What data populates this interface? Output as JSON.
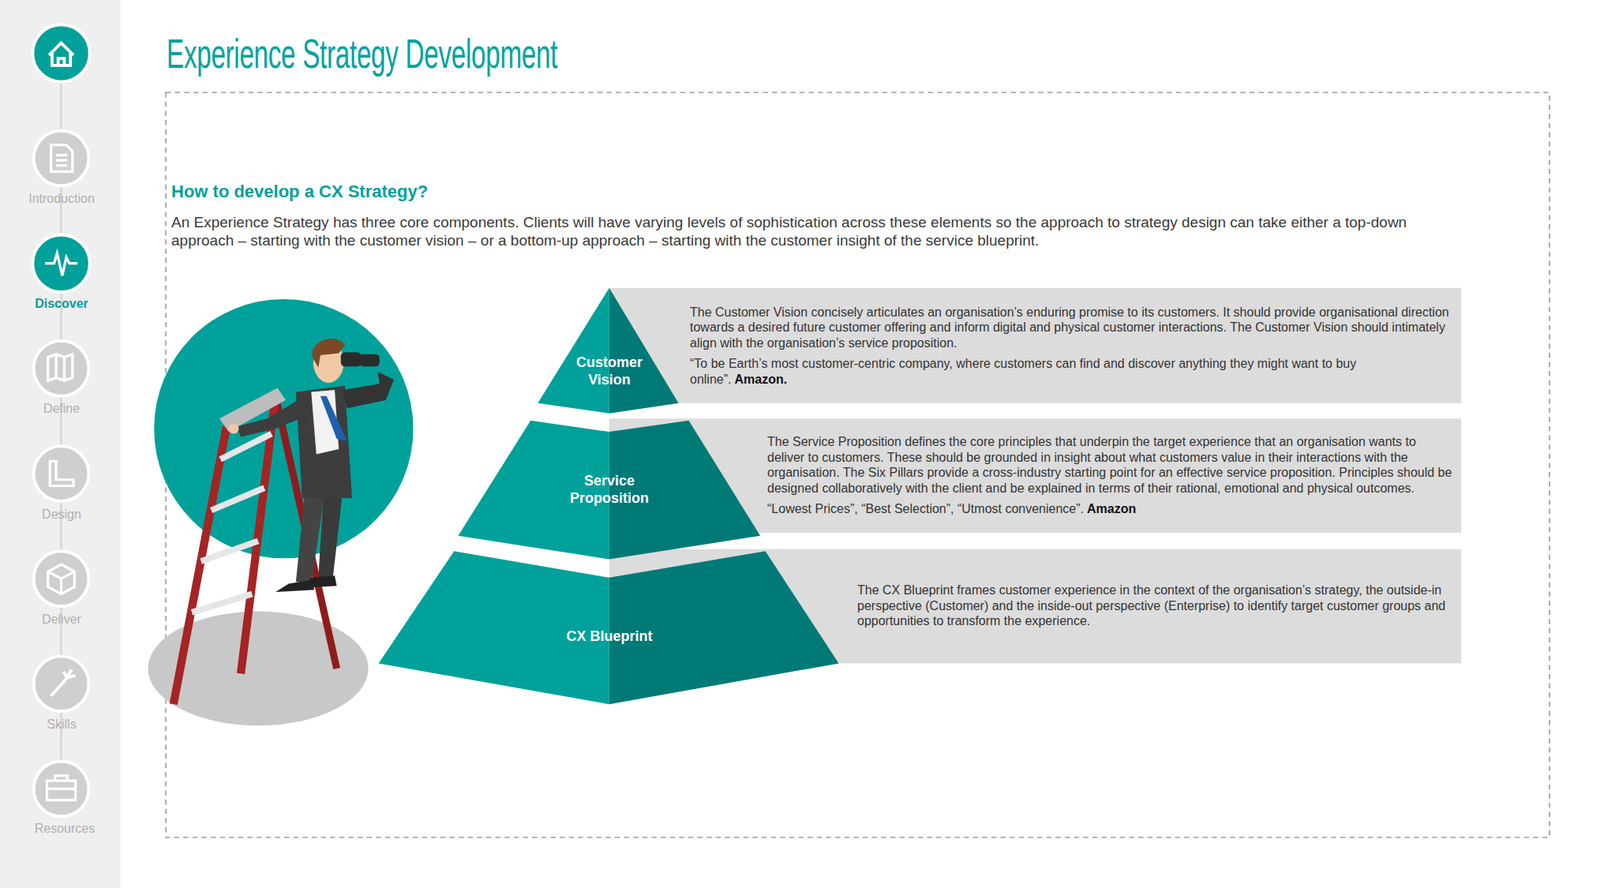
{
  "diagram": {
    "title": "Experience Strategy Development",
    "nodes": [
      {
        "text": [
          "Customer Vision"
        ]
      },
      {
        "text": [
          "The Customer Vision concisely articulates an organisation’s enduring promise to its customers. It should provide organisational direction towards a desired future customer offering and inform digital and physical customer interactions. The Customer Vision should intimately align with the organisation’s service proposition.",
          "“To be Earth’s most customer-centric company, where customers can find and discover anything they might want to buy online”.",
          "Amazon."
        ]
      },
      {
        "text": [
          "Service Proposition"
        ]
      },
      {
        "text": [
          "The Service Proposition defines the core principles that underpin the target experience that an organisation wants to deliver to customers. These should be grounded in insight about what customers value in their interactions with the organisation. The Six Pillars provide a cross-industry starting point for an effective service proposition. Principles should be designed collaboratively with the client and be explained in terms of their rational, emotional and physical outcomes.",
          "“Lowest Prices”, “Best Selection”, “Utmost convenience”.",
          "Amazon"
        ]
      },
      {
        "text": [
          "CX Blueprint"
        ]
      },
      {
        "text": [
          "The CX Blueprint frames customer experience in the context of the organisation’s strategy, the outside-in perspective (Customer) and the inside-out perspective (Enterprise) to identify target customer groups and opportunities to transform the experience."
        ]
      }
    ],
    "labels": [
      "How to develop a CX Strategy?",
      "An Experience Strategy has three core components. Clients will have varying levels of sophistication across these elements so the approach to strategy design can take either a top-down approach – starting with the customer vision – or a bottom-up approach – starting with the customer insight of the service blueprint.",
      "Introduction",
      "Discover",
      "Define",
      "Design",
      "Deliver",
      "Skills",
      "Resources"
    ]
  }
}
